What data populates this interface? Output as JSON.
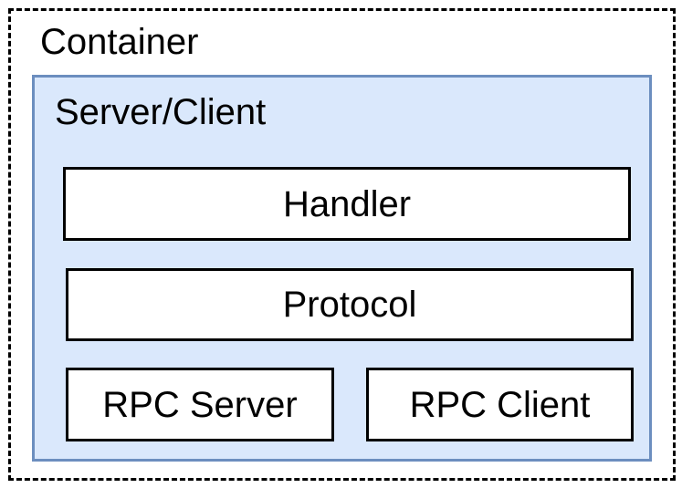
{
  "diagram": {
    "container": {
      "label": "Container"
    },
    "server_client": {
      "label": "Server/Client",
      "fill_color": "#dae8fc",
      "stroke_color": "#6c8ebf"
    },
    "layers": {
      "handler": "Handler",
      "protocol": "Protocol",
      "rpc_server": "RPC Server",
      "rpc_client": "RPC Client"
    }
  }
}
